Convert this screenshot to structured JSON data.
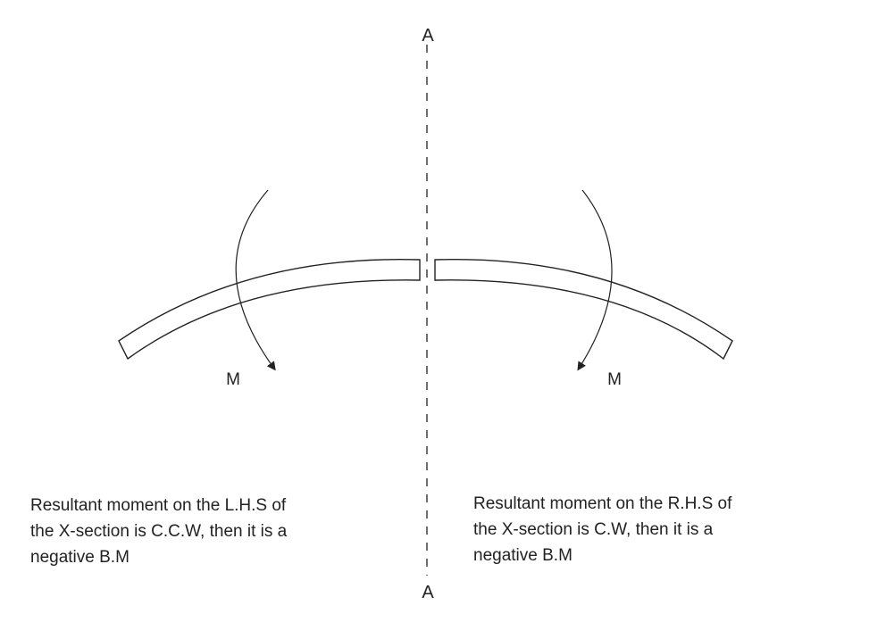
{
  "section_label_top": "A",
  "section_label_bottom": "A",
  "moment_label_left": "M",
  "moment_label_right": "M",
  "caption_left": {
    "line1": "Resultant moment on the L.H.S of",
    "line2": "the X-section is C.C.W, then it is a",
    "line3": "negative B.M"
  },
  "caption_right": {
    "line1": "Resultant moment on the R.H.S of",
    "line2": "the X-section is C.W, then it is a",
    "line3": "negative B.M"
  },
  "colors": {
    "stroke": "#222222",
    "background": "#ffffff"
  }
}
